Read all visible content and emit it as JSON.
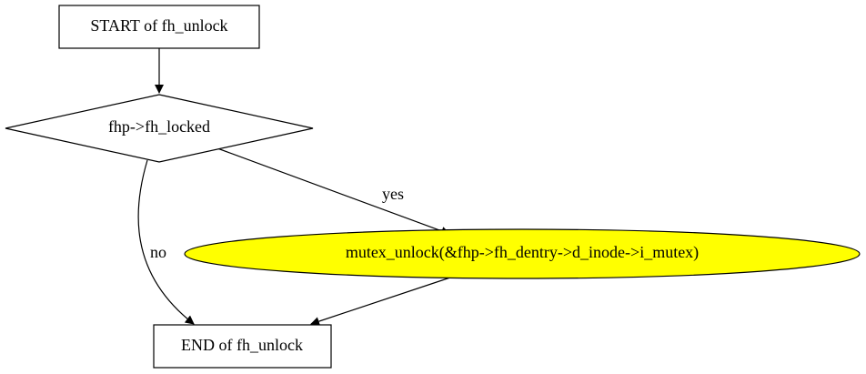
{
  "diagram": {
    "nodes": {
      "start": {
        "label": "START of fh_unlock",
        "shape": "box"
      },
      "condition": {
        "label": "fhp->fh_locked",
        "shape": "diamond"
      },
      "action": {
        "label": "mutex_unlock(&fhp->fh_dentry->d_inode->i_mutex)",
        "shape": "ellipse",
        "fill": "#ffff00"
      },
      "end": {
        "label": "END of fh_unlock",
        "shape": "box"
      }
    },
    "edges": {
      "start_to_condition": {
        "from": "start",
        "to": "condition",
        "label": ""
      },
      "condition_yes": {
        "from": "condition",
        "to": "action",
        "label": "yes"
      },
      "condition_no": {
        "from": "condition",
        "to": "end",
        "label": "no"
      },
      "action_to_end": {
        "from": "action",
        "to": "end",
        "label": ""
      }
    }
  }
}
